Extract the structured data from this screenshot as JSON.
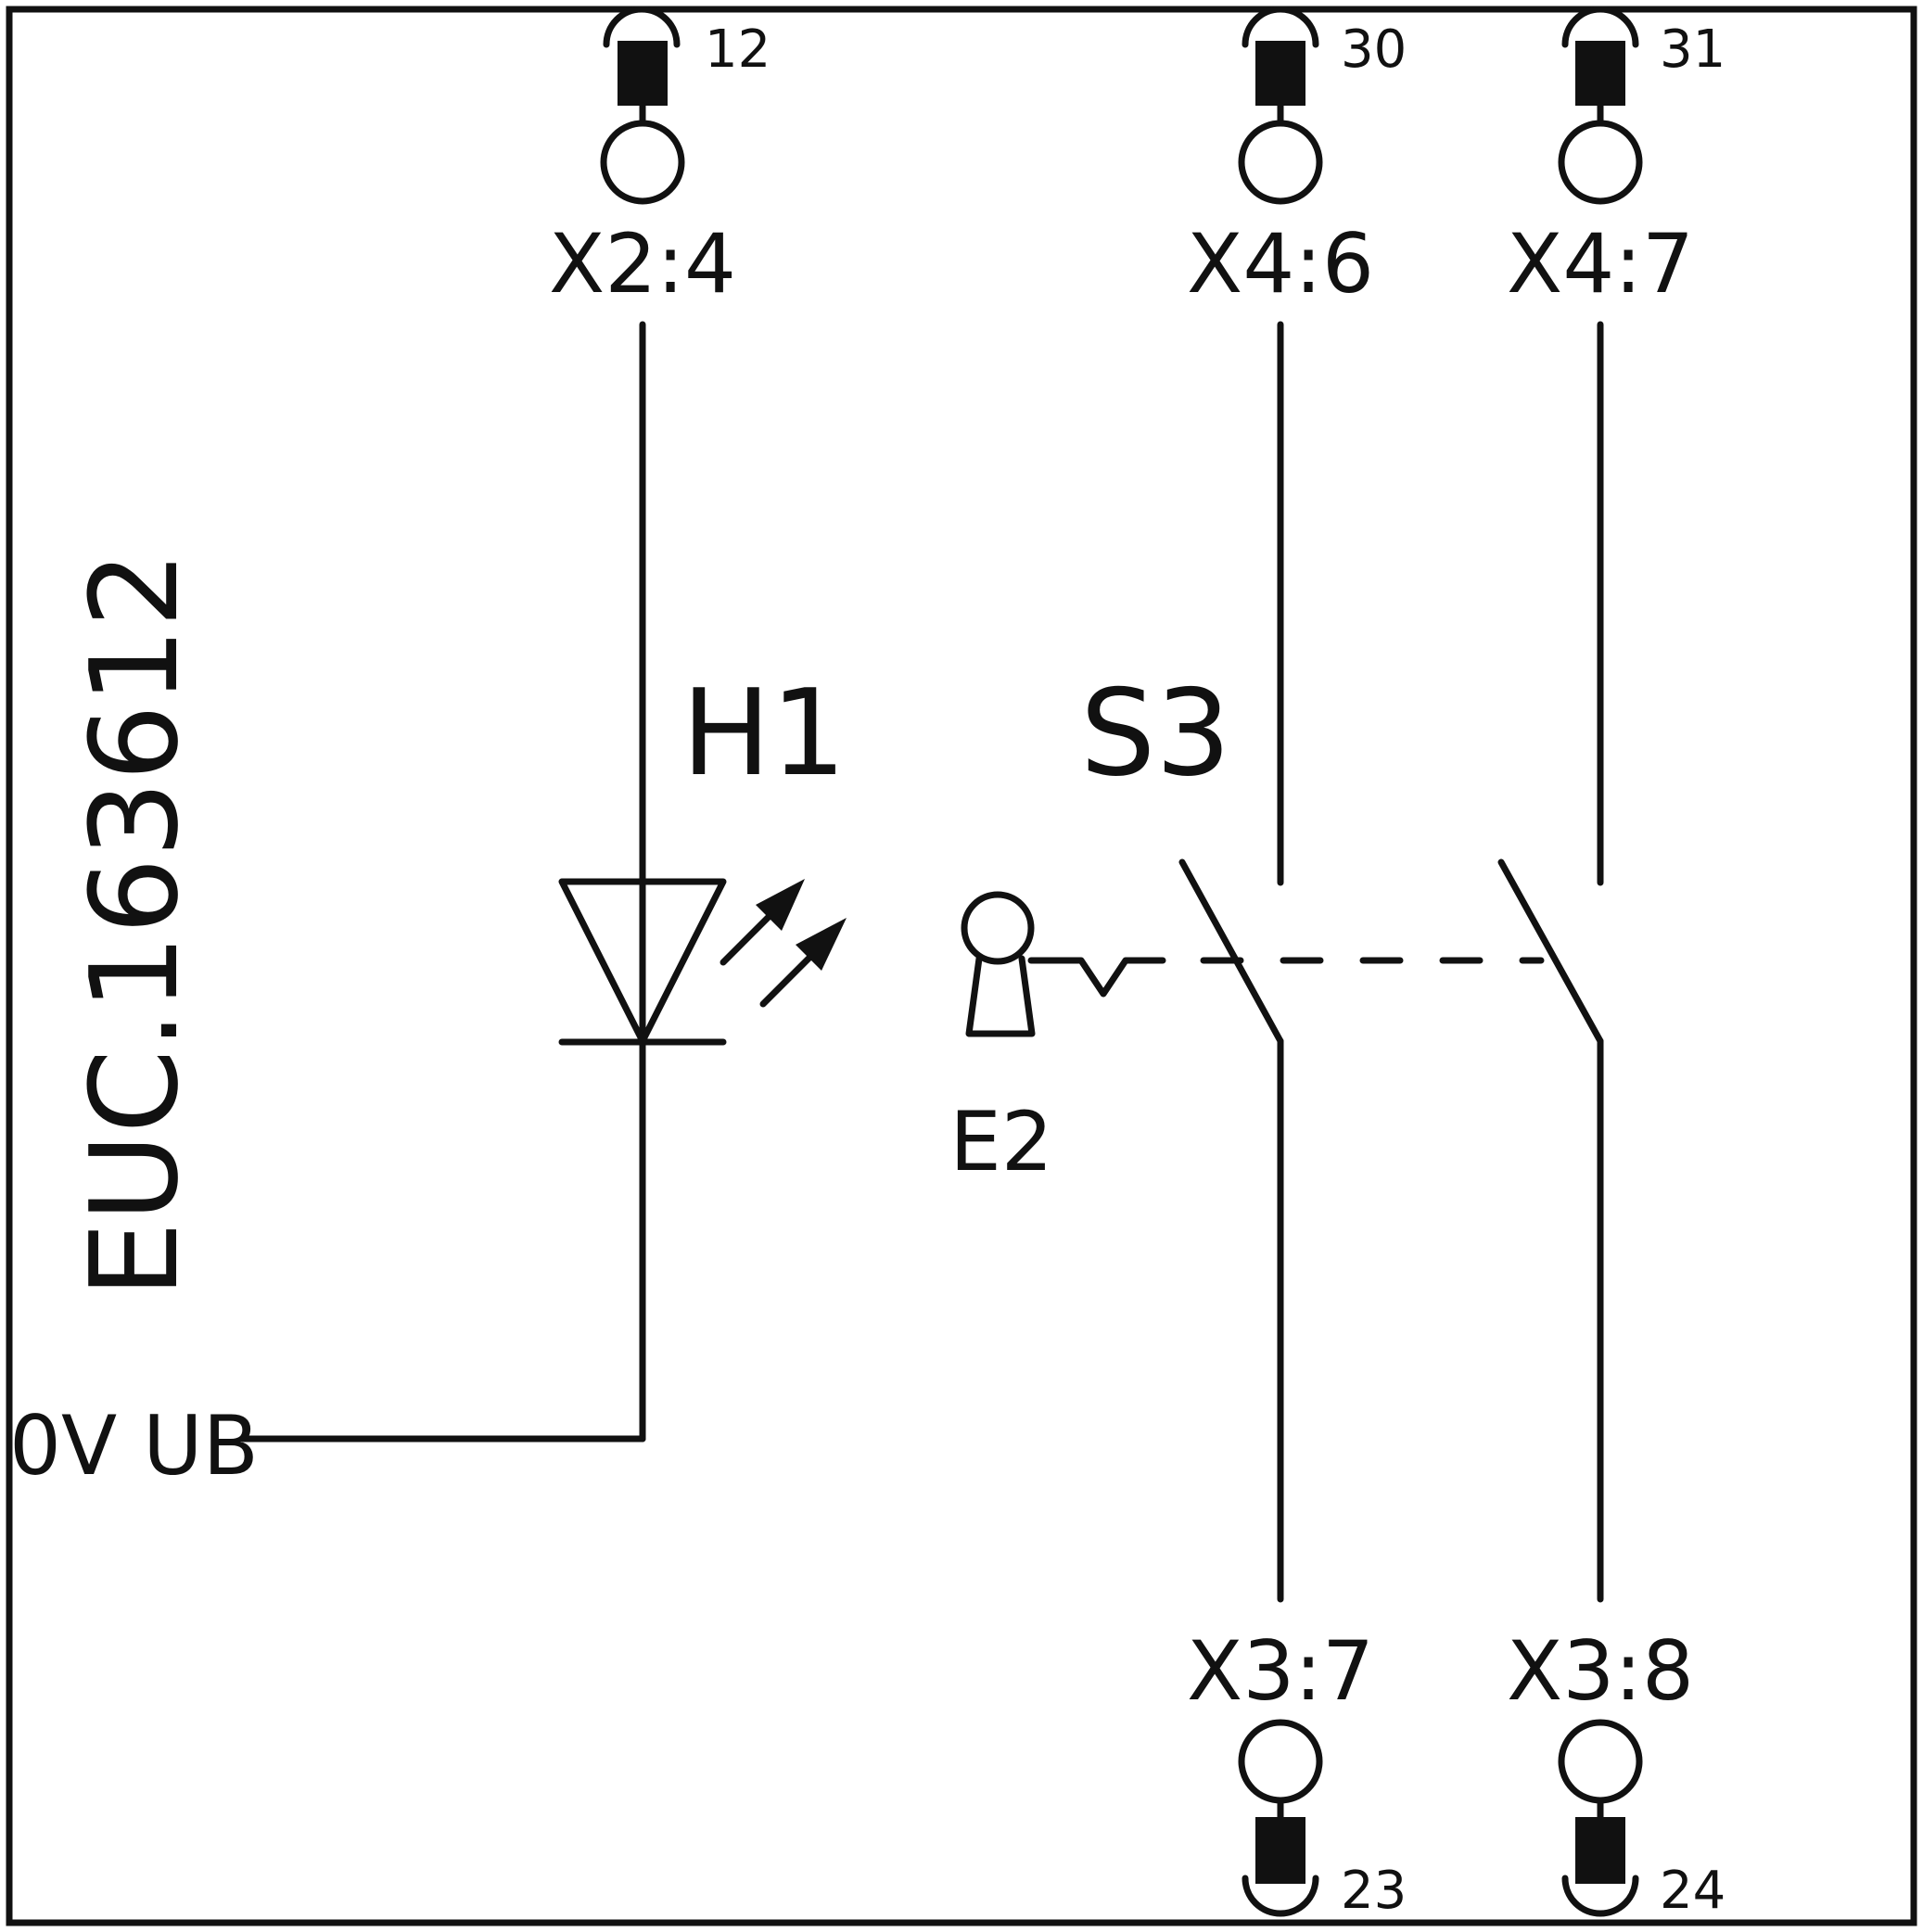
{
  "device_id": "EUC.163612",
  "supply_label": "0V UB",
  "components": {
    "led": {
      "tag": "H1"
    },
    "switch": {
      "tag": "S3"
    },
    "actuator": {
      "tag": "E2"
    }
  },
  "terminals": {
    "top": [
      {
        "connector": "X2:4",
        "wire_no": "12"
      },
      {
        "connector": "X4:6",
        "wire_no": "30"
      },
      {
        "connector": "X4:7",
        "wire_no": "31"
      }
    ],
    "bottom": [
      {
        "connector": "X3:7",
        "wire_no": "23"
      },
      {
        "connector": "X3:8",
        "wire_no": "24"
      }
    ]
  },
  "colors": {
    "line": "#111111",
    "background": "#ffffff"
  }
}
